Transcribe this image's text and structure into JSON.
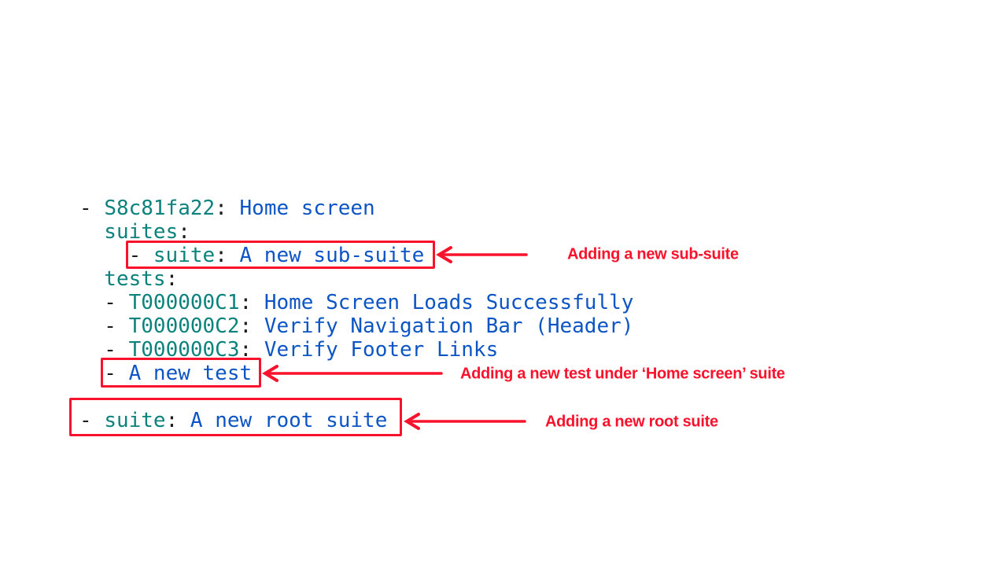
{
  "colors": {
    "key": "#0b827c",
    "value": "#0d55c4",
    "punct": "#1b1b1d",
    "accent": "#f8122b",
    "background": "#ffffff"
  },
  "code": {
    "language": "yaml",
    "lines": [
      {
        "indent": 0,
        "tokens": [
          {
            "t": "punct",
            "text": "- "
          },
          {
            "t": "key",
            "text": "S8c81fa22"
          },
          {
            "t": "punct",
            "text": ": "
          },
          {
            "t": "value",
            "text": "Home screen"
          }
        ]
      },
      {
        "indent": 2,
        "tokens": [
          {
            "t": "key",
            "text": "suites"
          },
          {
            "t": "punct",
            "text": ":"
          }
        ]
      },
      {
        "indent": 4,
        "boxed": "sub_suite",
        "tokens": [
          {
            "t": "punct",
            "text": "- "
          },
          {
            "t": "key",
            "text": "suite"
          },
          {
            "t": "punct",
            "text": ": "
          },
          {
            "t": "value",
            "text": "A new sub-suite"
          }
        ]
      },
      {
        "indent": 2,
        "tokens": [
          {
            "t": "key",
            "text": "tests"
          },
          {
            "t": "punct",
            "text": ":"
          }
        ]
      },
      {
        "indent": 2,
        "tokens": [
          {
            "t": "punct",
            "text": "- "
          },
          {
            "t": "key",
            "text": "T000000C1"
          },
          {
            "t": "punct",
            "text": ": "
          },
          {
            "t": "value",
            "text": "Home Screen Loads Successfully"
          }
        ]
      },
      {
        "indent": 2,
        "tokens": [
          {
            "t": "punct",
            "text": "- "
          },
          {
            "t": "key",
            "text": "T000000C2"
          },
          {
            "t": "punct",
            "text": ": "
          },
          {
            "t": "value",
            "text": "Verify Navigation Bar (Header)"
          }
        ]
      },
      {
        "indent": 2,
        "tokens": [
          {
            "t": "punct",
            "text": "- "
          },
          {
            "t": "key",
            "text": "T000000C3"
          },
          {
            "t": "punct",
            "text": ": "
          },
          {
            "t": "value",
            "text": "Verify Footer Links"
          }
        ]
      },
      {
        "indent": 2,
        "boxed": "new_test",
        "tokens": [
          {
            "t": "punct",
            "text": "- "
          },
          {
            "t": "value",
            "text": "A new test"
          }
        ]
      },
      {
        "blank": true
      },
      {
        "indent": 0,
        "boxed": "root_suite",
        "tokens": [
          {
            "t": "punct",
            "text": "- "
          },
          {
            "t": "key",
            "text": "suite"
          },
          {
            "t": "punct",
            "text": ": "
          },
          {
            "t": "value",
            "text": "A new root suite"
          }
        ]
      }
    ]
  },
  "annotations": [
    {
      "id": "sub_suite",
      "label": "Adding a new sub-suite"
    },
    {
      "id": "new_test",
      "label": "Adding a new test under ‘Home screen’ suite"
    },
    {
      "id": "root_suite",
      "label": "Adding a new root suite"
    }
  ]
}
